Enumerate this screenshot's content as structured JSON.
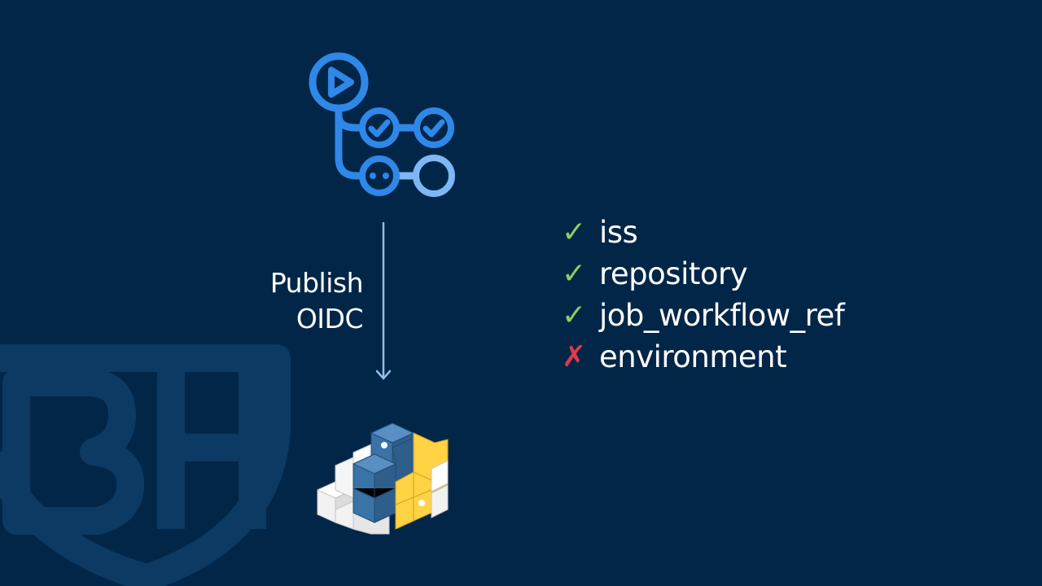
{
  "diagram": {
    "step_label_lines": [
      "Publish",
      "OIDC"
    ],
    "claims": [
      {
        "name": "iss",
        "status": "pass",
        "mark": "✓"
      },
      {
        "name": "repository",
        "status": "pass",
        "mark": "✓"
      },
      {
        "name": "job_workflow_ref",
        "status": "pass",
        "mark": "✓"
      },
      {
        "name": "environment",
        "status": "fail",
        "mark": "✗"
      }
    ]
  },
  "icons": {
    "source": "github-actions-icon",
    "target": "pypi-icon",
    "connector": "down-arrow-icon",
    "watermark": "bh-shield-watermark-icon"
  },
  "colors": {
    "background": "#022648",
    "actions_blue": "#2f87e8",
    "actions_light_blue": "#7db7f5",
    "check_green": "#8ccf5e",
    "cross_red": "#e0394b",
    "pypi_blue": "#3a73a8",
    "pypi_yellow": "#ffd343",
    "text": "#ffffff"
  }
}
